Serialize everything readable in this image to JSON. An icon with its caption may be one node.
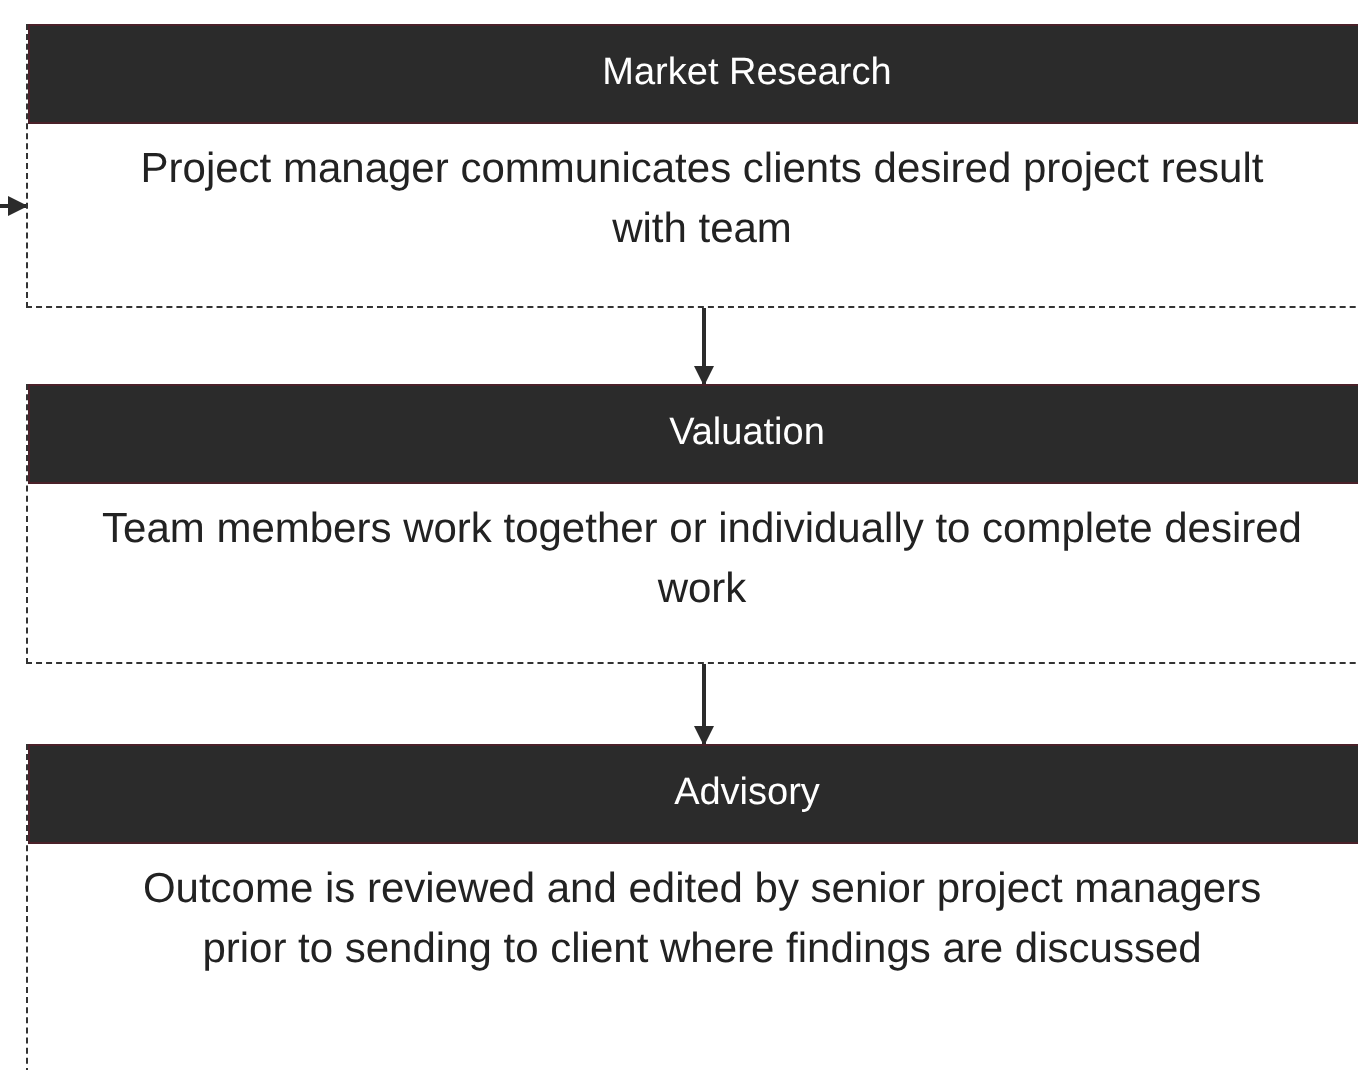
{
  "diagram": {
    "nodes": [
      {
        "text": [
          "Market Research",
          "Project manager communicates clients desired project result with team"
        ]
      },
      {
        "text": [
          "Valuation",
          "Team members work together or individually to complete desired work"
        ]
      },
      {
        "text": [
          "Advisory",
          "Outcome is reviewed and edited by senior project managers prior to sending to client where findings are discussed"
        ]
      }
    ],
    "edges": [
      {
        "from": null,
        "to": 0,
        "arrow": "to"
      },
      {
        "from": 0,
        "to": 1,
        "arrow": "to"
      },
      {
        "from": 1,
        "to": 2,
        "arrow": "to"
      }
    ]
  }
}
